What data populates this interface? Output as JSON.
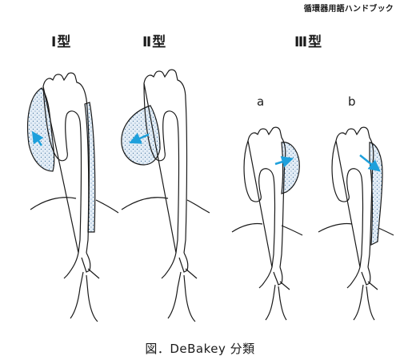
{
  "header": {
    "book_title": "循環器用語ハンドブック"
  },
  "labels": {
    "type1": "Ⅰ型",
    "type2": "Ⅱ型",
    "type3": "Ⅲ型",
    "type3a": "a",
    "type3b": "b"
  },
  "caption": "図．DeBakey 分類",
  "colors": {
    "outline": "#1a1a1a",
    "dissection_fill": "#e3edf6",
    "dissection_dots": "#3a6e9b",
    "arrow": "#1ea0dc"
  }
}
